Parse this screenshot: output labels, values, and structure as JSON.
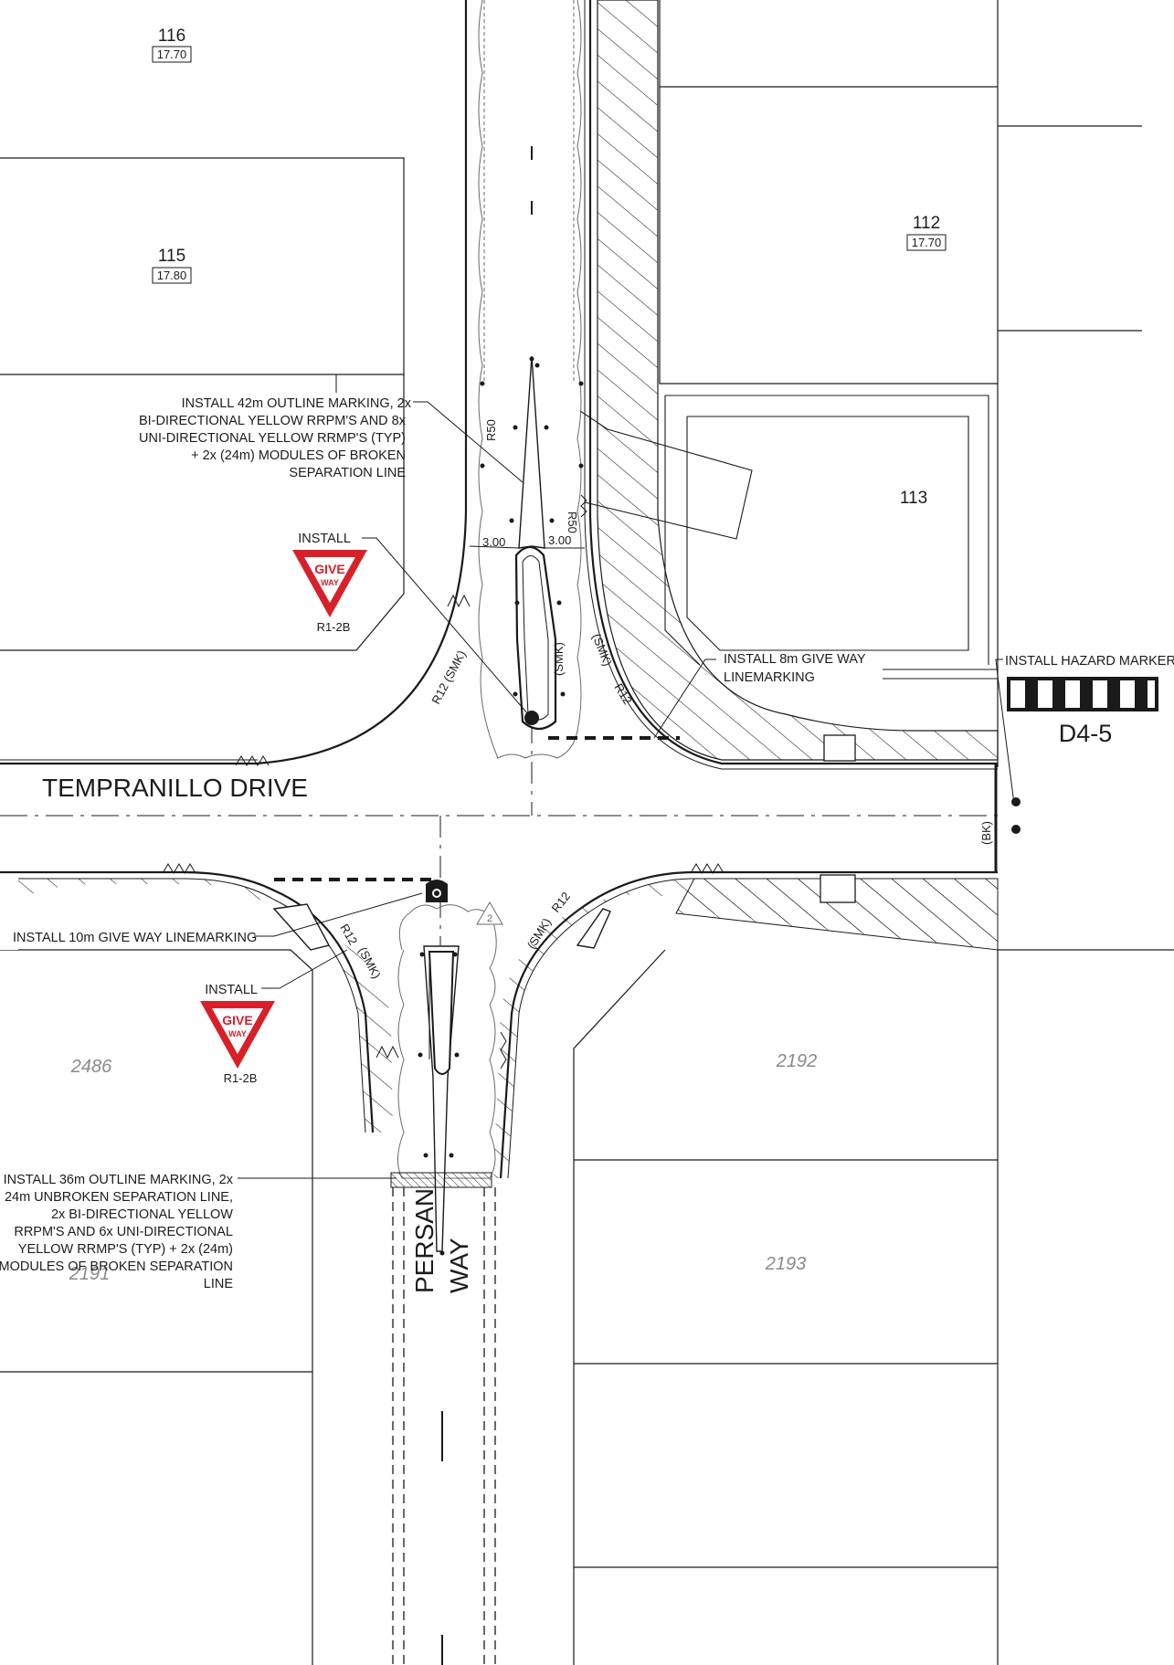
{
  "lots": {
    "lot_116": {
      "number": "116",
      "level": "17.70"
    },
    "lot_115": {
      "number": "115",
      "level": "17.80"
    },
    "lot_112": {
      "number": "112",
      "level": "17.70"
    },
    "lot_113": {
      "number": "113"
    },
    "lot_2486": {
      "number": "2486"
    },
    "lot_2192": {
      "number": "2192"
    },
    "lot_2193": {
      "number": "2193"
    },
    "lot_2191": {
      "number": "2191"
    }
  },
  "roads": {
    "tempranillo": "TEMPRANILLO DRIVE",
    "persan_line1": "PERSAN",
    "persan_line2": "WAY"
  },
  "notes": {
    "north_outline": [
      "INSTALL 42m OUTLINE MARKING,  2x",
      "BI-DIRECTIONAL YELLOW RRPM'S AND 8x",
      "UNI-DIRECTIONAL  YELLOW RRMP'S (TYP)",
      "+ 2x (24m) MODULES OF BROKEN",
      "SEPARATION LINE"
    ],
    "install_north": "INSTALL",
    "give_way_8m": [
      "INSTALL 8m GIVE WAY",
      "LINEMARKING"
    ],
    "hazard_marker": "INSTALL HAZARD MARKER",
    "give_way_10m": "INSTALL 10m GIVE WAY LINEMARKING",
    "install_south": "INSTALL",
    "south_outline": [
      "INSTALL 36m OUTLINE MARKING, 2x",
      "24m UNBROKEN SEPARATION LINE,",
      "2x BI-DIRECTIONAL YELLOW",
      "RRPM'S AND 6x UNI-DIRECTIONAL",
      "YELLOW RRMP'S (TYP)  + 2x (24m)",
      "MODULES OF BROKEN SEPARATION",
      "LINE"
    ]
  },
  "signs": {
    "give_way_north": {
      "line1": "GIVE",
      "line2": "WAY",
      "code": "R1-2B"
    },
    "give_way_south": {
      "line1": "GIVE",
      "line2": "WAY",
      "code": "R1-2B"
    },
    "hazard": {
      "code": "D4-5"
    }
  },
  "dims": {
    "left": "3.00",
    "right": "3.00",
    "r50_left": "R50",
    "r50_right": "R50",
    "r12_nw": "R12 (SMK)",
    "r12_ne": "R12",
    "smk_ne": "(SMK)",
    "smk_island": "(SMK)",
    "r12_sw": "R12",
    "smk_sw": "(SMK)",
    "smk_se": "(SMK)",
    "r12_se": "R12",
    "bk": "(BK)",
    "rev_tag": "2"
  },
  "colors": {
    "line": "#1a1a1a",
    "give_way_red": "#d8202a",
    "lot_italic": "#8a8a8a",
    "island_cloud": "#6a6a6a"
  }
}
